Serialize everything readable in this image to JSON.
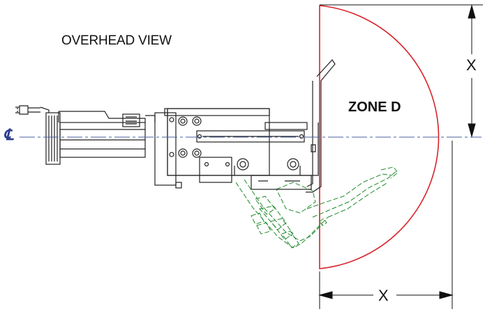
{
  "view_title": "OVERHEAD VIEW",
  "zone_label": "ZONE D",
  "dimension_right_label": "X",
  "dimension_bottom_label": "X",
  "centerline_symbol": "℄",
  "colors": {
    "zone_boundary": "#d8232a",
    "centerline": "#4a5f9e",
    "swing_path": "#1f8a2c",
    "machine": "#222222"
  }
}
